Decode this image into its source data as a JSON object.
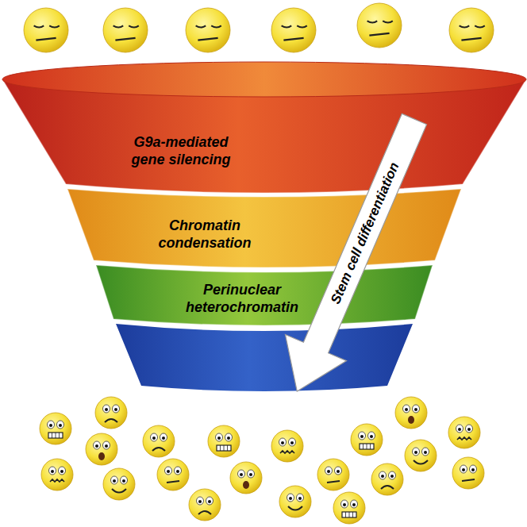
{
  "diagram": {
    "nodes": [
      {
        "text": [
          "G9a-mediated gene silencing"
        ]
      },
      {
        "text": [
          "Chromatin condensation"
        ]
      },
      {
        "text": [
          "Perinuclear heterochromatin"
        ]
      }
    ],
    "labels": [
      "Stem cell differentiation"
    ]
  }
}
